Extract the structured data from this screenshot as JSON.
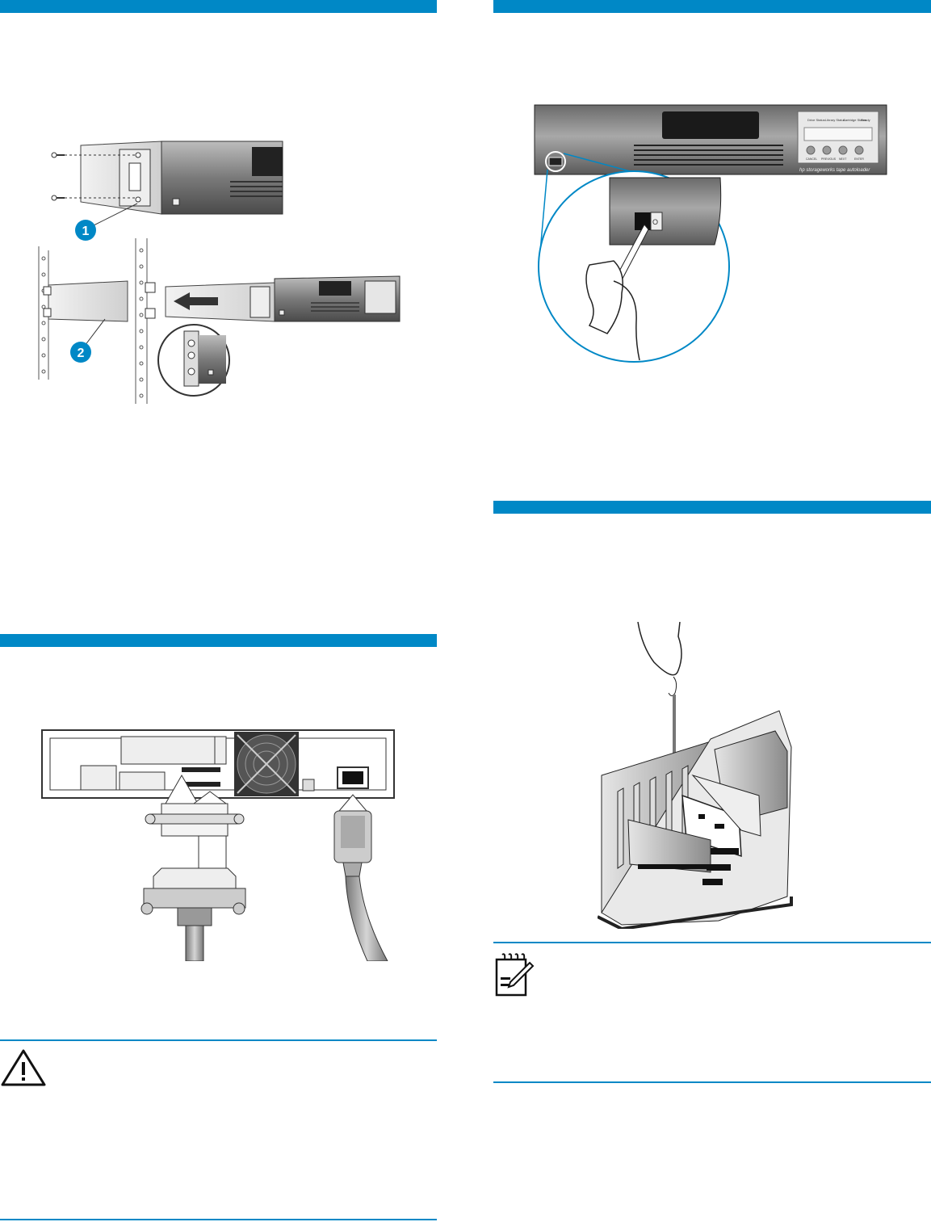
{
  "colors": {
    "accent": "#0088c6",
    "device_dark": "#3a3a3a",
    "device_mid": "#8a8a8a",
    "device_light": "#d9d9d9"
  },
  "rack_figure": {
    "callouts": [
      "1",
      "2"
    ]
  },
  "front_panel_figure": {
    "led_labels": [
      "Drive Status",
      "Library Status",
      "Cartridge Status",
      "Ready"
    ],
    "button_labels": [
      "CANCEL",
      "PREVIOUS",
      "NEXT",
      "ENTER"
    ],
    "brand_text": "hp storageworks tape autoloader",
    "switch_glyph": "O"
  },
  "icons": {
    "warning": "warning-triangle-icon",
    "note": "note-pencil-icon"
  }
}
